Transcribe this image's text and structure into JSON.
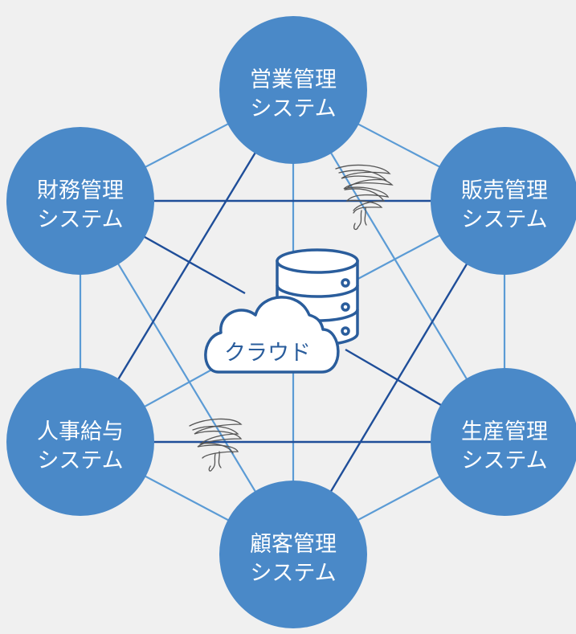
{
  "diagram": {
    "center": {
      "cloud_label": "クラウド"
    },
    "colors": {
      "background": "#f0f0f0",
      "node_fill": "#4a89c8",
      "line_light": "#5b9bd5",
      "line_dark": "#1f4e99",
      "db_stroke": "#2a5d9c",
      "scribble": "#555555"
    },
    "nodes": [
      {
        "id": "sales-mgmt",
        "line1": "営業管理",
        "line2": "システム"
      },
      {
        "id": "hanbai-mgmt",
        "line1": "販売管理",
        "line2": "システム"
      },
      {
        "id": "production-mgmt",
        "line1": "生産管理",
        "line2": "システム"
      },
      {
        "id": "customer-mgmt",
        "line1": "顧客管理",
        "line2": "システム"
      },
      {
        "id": "hr-payroll",
        "line1": "人事給与",
        "line2": "システム"
      },
      {
        "id": "finance-mgmt",
        "line1": "財務管理",
        "line2": "システム"
      }
    ],
    "icons": {
      "database": "database-icon",
      "cloud": "cloud-icon",
      "broken_link": "tangled-scribble-icon"
    }
  }
}
